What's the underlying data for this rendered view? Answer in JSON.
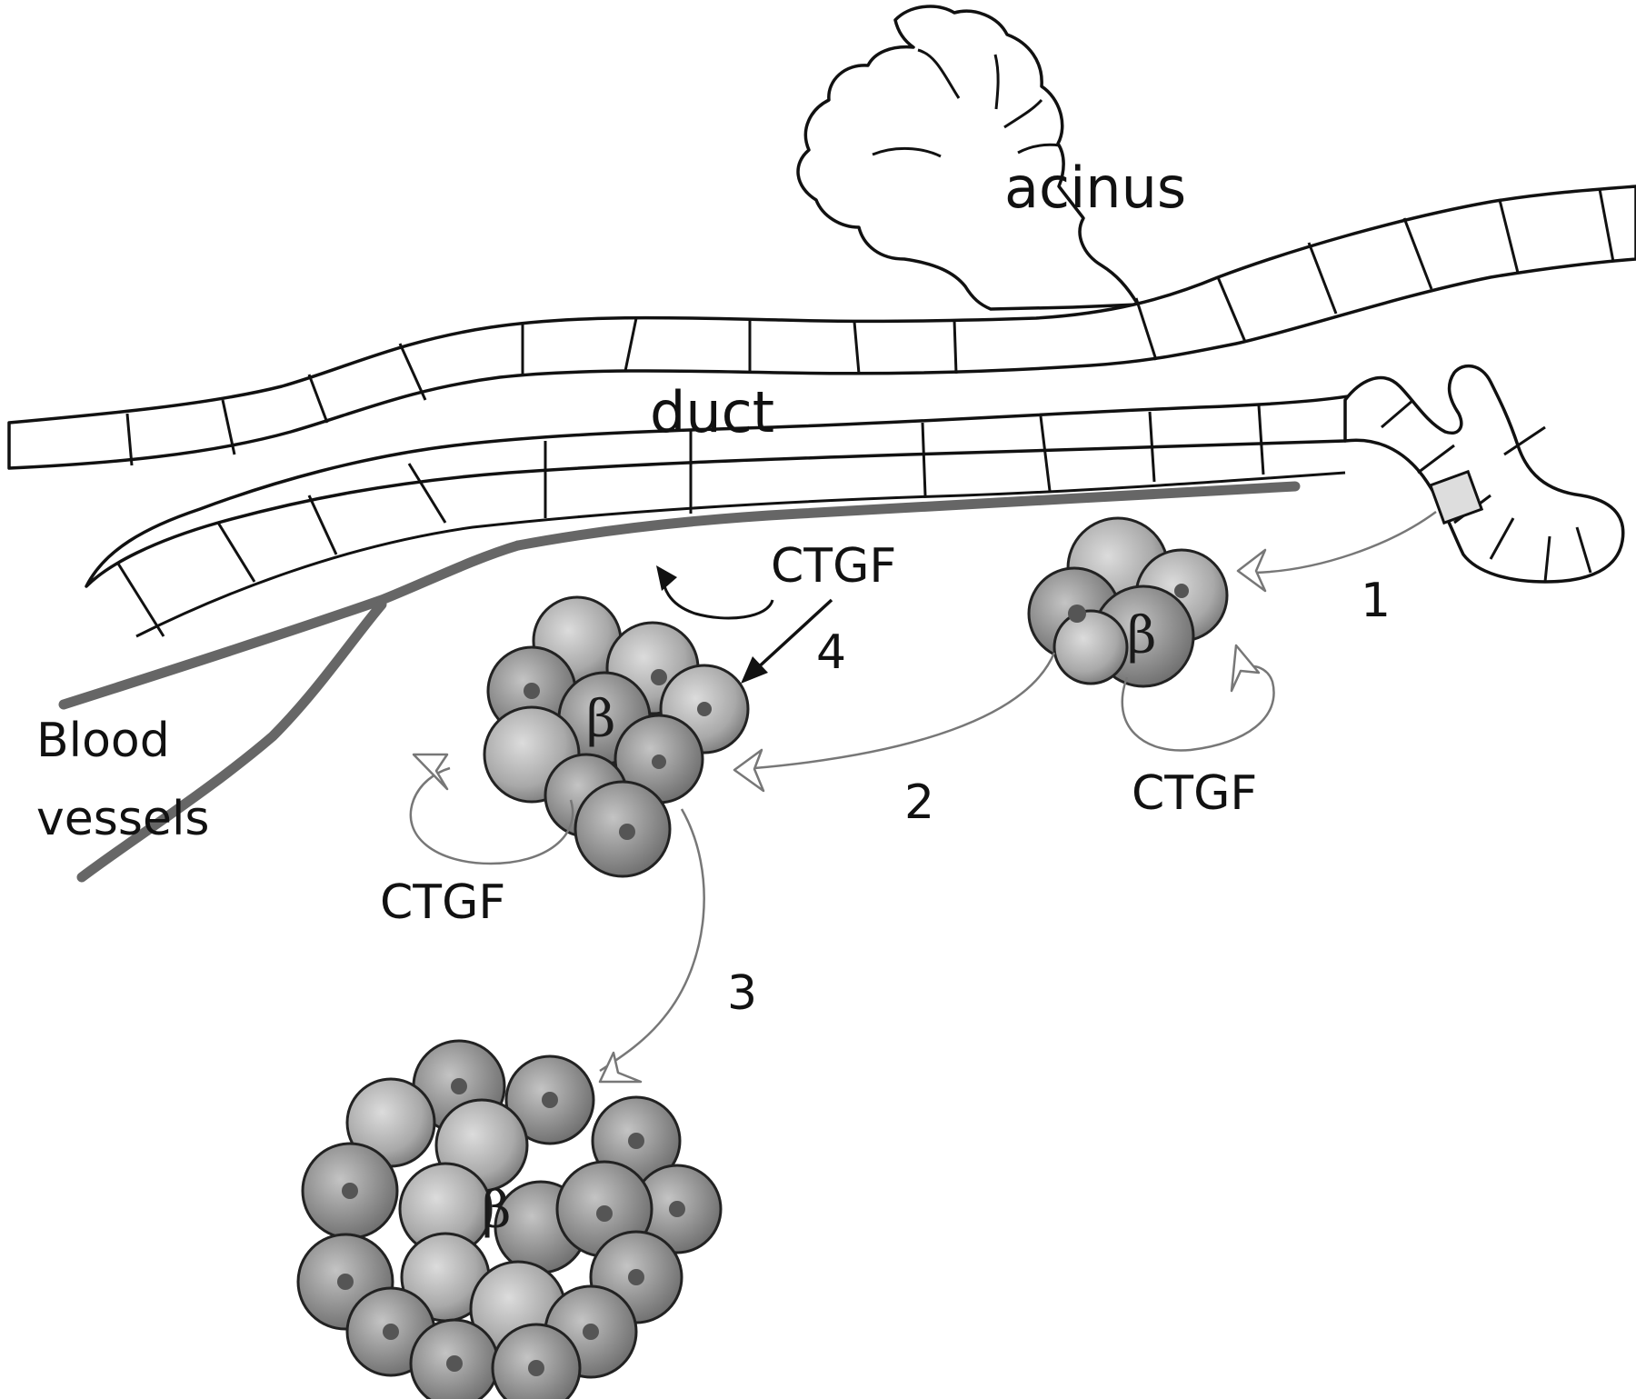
{
  "labels": {
    "acinus": "acinus",
    "duct": "duct",
    "blood_vessels_line1": "Blood",
    "blood_vessels_line2": "vessels",
    "ctgf_top": "CTGF",
    "ctgf_left": "CTGF",
    "ctgf_right": "CTGF",
    "step1": "1",
    "step2": "2",
    "step3": "3",
    "step4": "4",
    "beta_small": "β",
    "beta_medium": "β",
    "beta_large": "β"
  },
  "colors": {
    "line": "#111111",
    "vessel": "#666666",
    "arrow": "#777777",
    "cell_light": "#d8d8d8",
    "cell_dark": "#8a8a8a"
  }
}
